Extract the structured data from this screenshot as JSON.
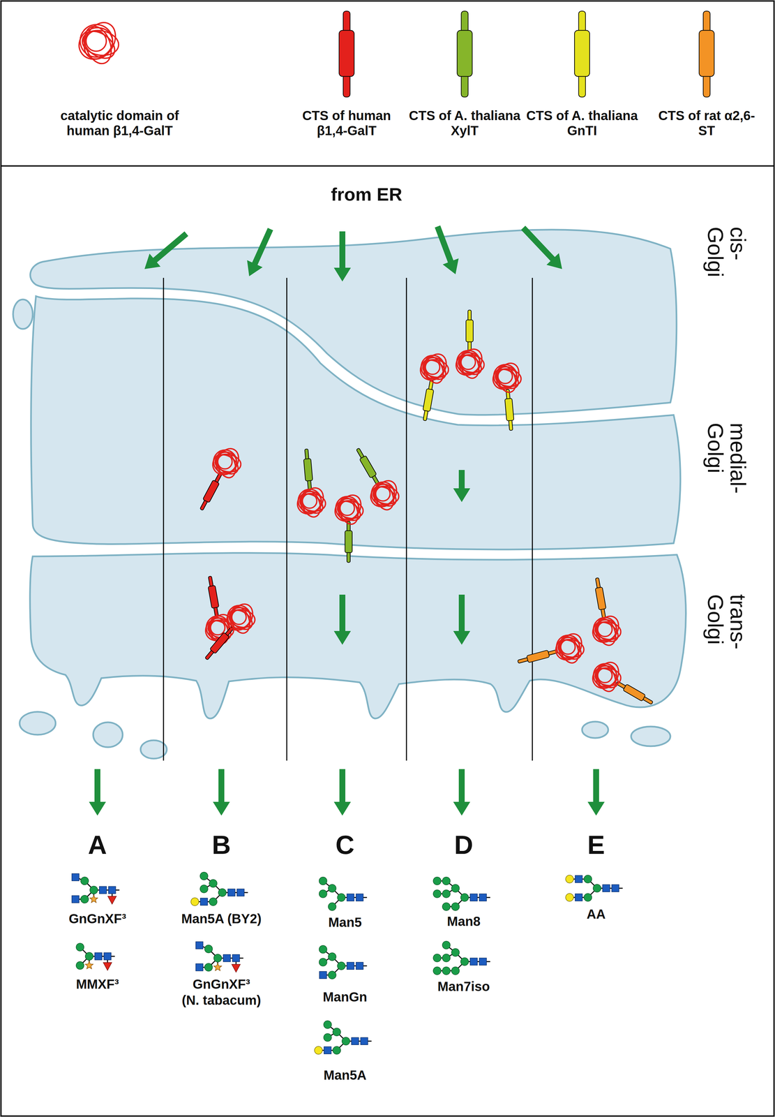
{
  "diagram": {
    "labels": [
      "from ER",
      "cis- Golgi",
      "medial- Golgi",
      "trans- Golgi",
      "A",
      "B",
      "C",
      "D",
      "E",
      "GnGnXF³",
      "MMXF³",
      "Man5A (BY2)",
      "GnGnXF³",
      "(N. tabacum)",
      "Man5",
      "ManGn",
      "Man5A",
      "Man8",
      "Man7iso",
      "AA"
    ],
    "legend": [
      {
        "text": "catalytic domain of human β1,4-GalT"
      },
      {
        "text": "CTS of human β1,4-GalT"
      },
      {
        "text": "CTS of A. thaliana XylT"
      },
      {
        "text": "CTS of A. thaliana GnTI"
      },
      {
        "text": "CTS of rat α2,6-ST"
      }
    ]
  }
}
